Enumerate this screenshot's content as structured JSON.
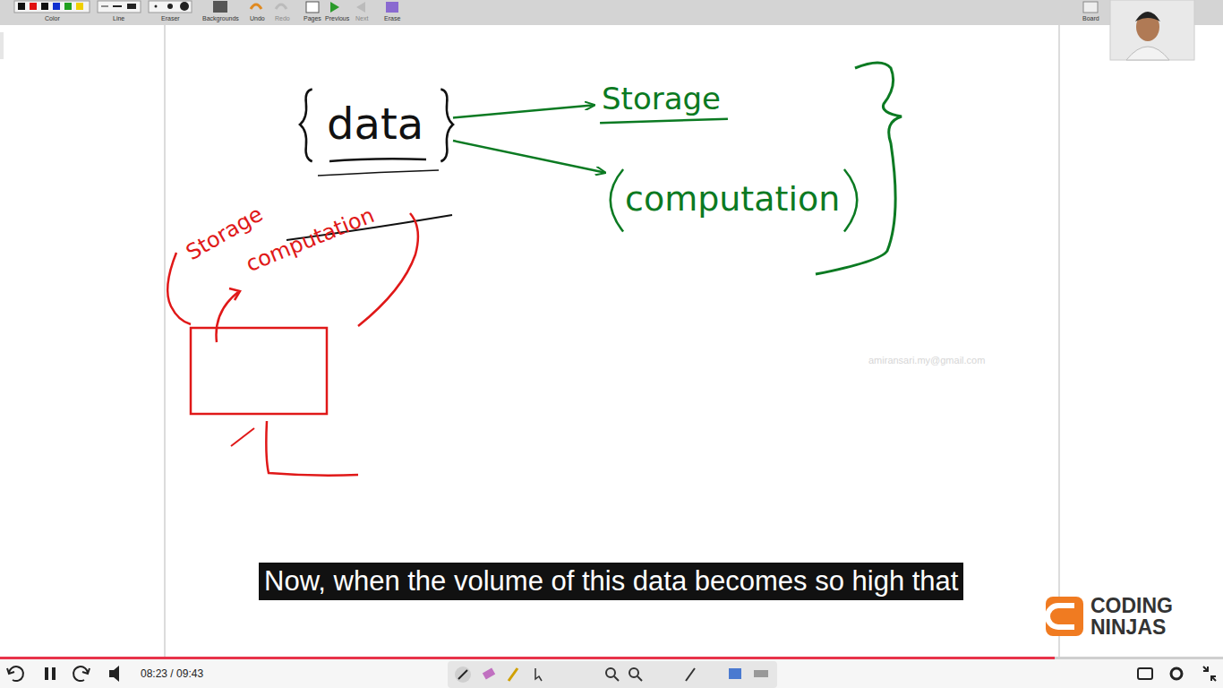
{
  "diagram": {
    "nodes": [
      {
        "text": [
          "data"
        ]
      },
      {
        "text": [
          "Storage"
        ]
      },
      {
        "text": [
          "computation"
        ]
      }
    ],
    "edges": [
      {
        "from": 0,
        "to": 1,
        "arrow": "to"
      },
      {
        "from": 0,
        "to": 2,
        "arrow": "to"
      }
    ],
    "labels": [
      "Storage",
      "computation",
      "amiransari.my@gmail.com",
      "Now, when the volume of this data becomes so high that",
      "CODING NINJAS",
      "08:23 / 09:43",
      "Color",
      "Line",
      "Eraser",
      "Backgrounds",
      "Undo",
      "Redo",
      "Pages",
      "Previous",
      "Next",
      "Erase",
      "Board"
    ]
  }
}
